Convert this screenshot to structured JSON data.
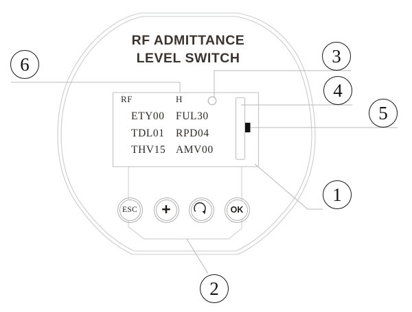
{
  "device": {
    "title_line1": "RF ADMITTANCE",
    "title_line2": "LEVEL SWITCH"
  },
  "display": {
    "col1_header": "RF",
    "col2_header": "H",
    "rows": [
      [
        "ETY00",
        "FUL30"
      ],
      [
        "TDL01",
        "RPD04"
      ],
      [
        "THV15",
        "AMV00"
      ]
    ]
  },
  "buttons": [
    {
      "label": "ESC"
    },
    {
      "label": "+"
    },
    {
      "icon": "rotate-arrow-icon"
    },
    {
      "label": "OK"
    }
  ],
  "callouts": {
    "display_screen": "1",
    "button_panel": "2",
    "indicator_lamp": "3",
    "bargraph": "4",
    "bargraph_marker": "5",
    "column_header": "6"
  },
  "colors": {
    "outline_gray": "#c9cccb",
    "leader_gray": "#b8b8b8",
    "marker_black": "#111111",
    "text_dark": "#2e2a28"
  }
}
